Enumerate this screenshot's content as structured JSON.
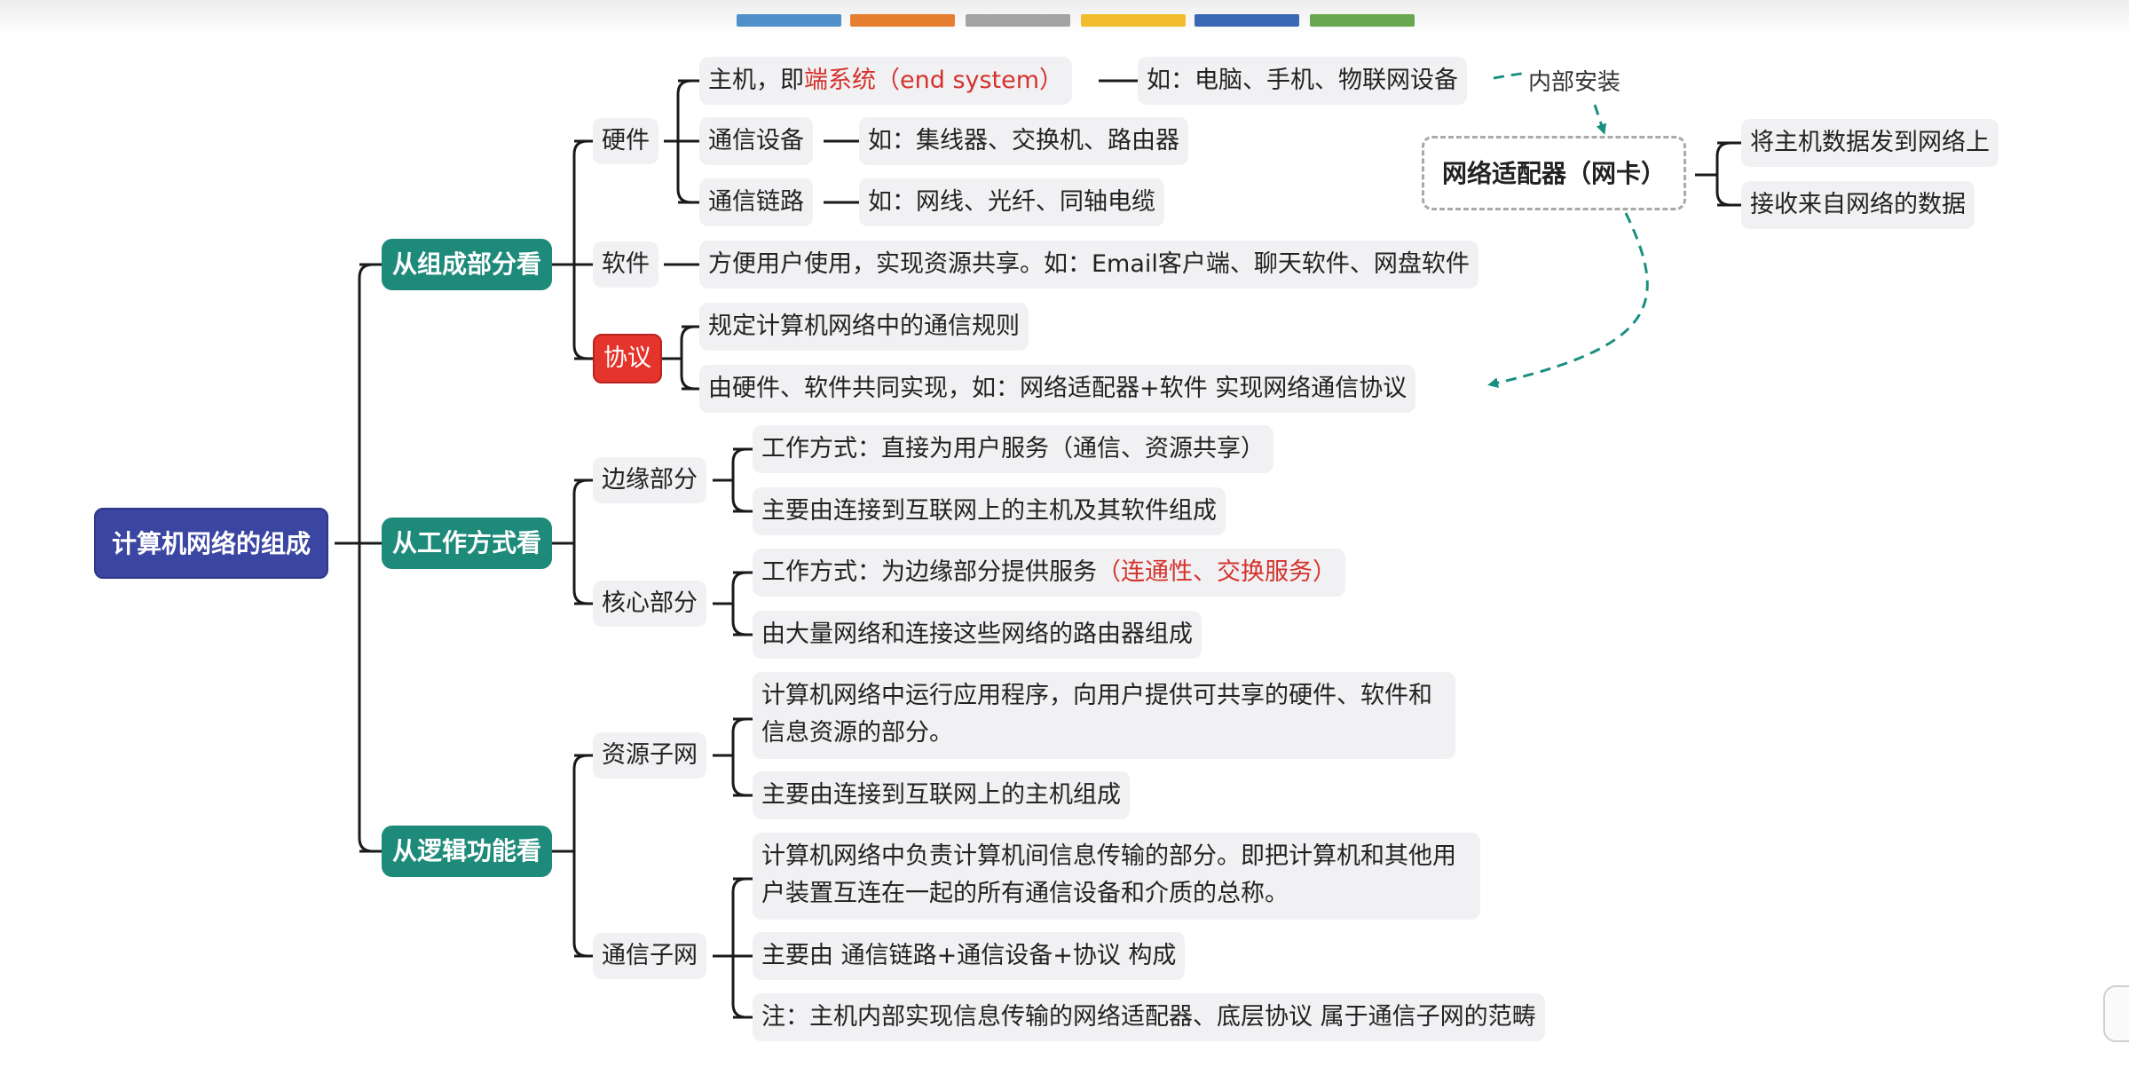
{
  "palette": [
    "#4f8fca",
    "#e67e2f",
    "#a3a3a3",
    "#f2bd2c",
    "#3a68b5",
    "#6aa84f"
  ],
  "root": "计算机网络的组成",
  "branch1": {
    "label": "从组成部分看",
    "hardware": {
      "label": "硬件",
      "host": "主机，即",
      "host_highlight": "端系统（end system）",
      "host_example": "如：电脑、手机、物联网设备",
      "comm_device": "通信设备",
      "comm_device_example": "如：集线器、交换机、路由器",
      "comm_link": "通信链路",
      "comm_link_example": "如：网线、光纤、同轴电缆"
    },
    "software": {
      "label": "软件",
      "desc": "方便用户使用，实现资源共享。如：Email客户端、聊天软件、网盘软件"
    },
    "protocol": {
      "label": "协议",
      "item1": "规定计算机网络中的通信规则",
      "item2": "由硬件、软件共同实现，如：网络适配器+软件 实现网络通信协议"
    }
  },
  "adapter": {
    "label": "网络适配器（网卡）",
    "install_label": "内部安装",
    "item1": "将主机数据发到网络上",
    "item2": "接收来自网络的数据"
  },
  "branch2": {
    "label": "从工作方式看",
    "edge": {
      "label": "边缘部分",
      "item1": "工作方式：直接为用户服务（通信、资源共享）",
      "item2": "主要由连接到互联网上的主机及其软件组成"
    },
    "core": {
      "label": "核心部分",
      "item1": "工作方式：为边缘部分提供服务",
      "item1_highlight": "（连通性、交换服务）",
      "item2": "由大量网络和连接这些网络的路由器组成"
    }
  },
  "branch3": {
    "label": "从逻辑功能看",
    "resource": {
      "label": "资源子网",
      "item1": "计算机网络中运行应用程序，向用户提供可共享的硬件、软件和信息资源的部分。",
      "item2": "主要由连接到互联网上的主机组成"
    },
    "comm": {
      "label": "通信子网",
      "item1": "计算机网络中负责计算机间信息传输的部分。即把计算机和其他用户装置互连在一起的所有通信设备和介质的总称。",
      "item2": "主要由 通信链路+通信设备+协议 构成",
      "item3": "注：主机内部实现信息传输的网络适配器、底层协议 属于通信子网的范畴"
    }
  }
}
